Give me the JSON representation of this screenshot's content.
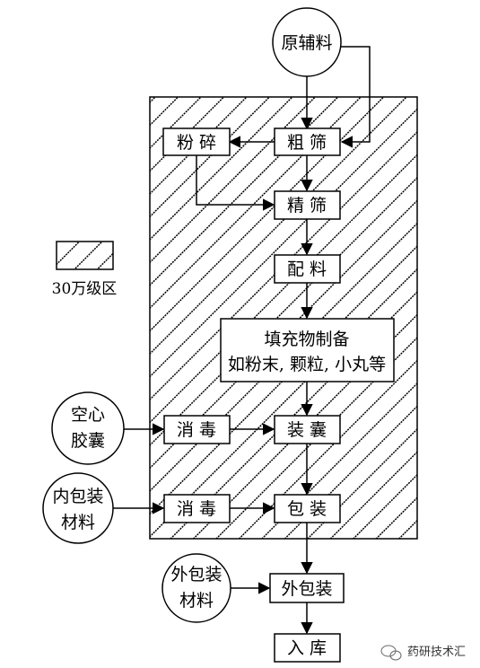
{
  "legend": {
    "label": "30万级区"
  },
  "nodes": {
    "raw_material": "原辅料",
    "pulverize": "粉 碎",
    "coarse_sieve": "粗 筛",
    "fine_sieve": "精 筛",
    "batching": "配 料",
    "filler_line1": "填充物制备",
    "filler_line2": "如粉末, 颗粒, 小丸等",
    "empty_capsule_line1": "空心",
    "empty_capsule_line2": "胶囊",
    "disinfect_capsule": "消 毒",
    "filling": "装 囊",
    "inner_pack_material_line1": "内包装",
    "inner_pack_material_line2": "材料",
    "disinfect_pack": "消 毒",
    "packaging": "包 装",
    "outer_pack_material_line1": "外包装",
    "outer_pack_material_line2": "材料",
    "outer_packaging": "外包装",
    "warehousing": "入 库"
  },
  "watermark": "药研技术汇"
}
